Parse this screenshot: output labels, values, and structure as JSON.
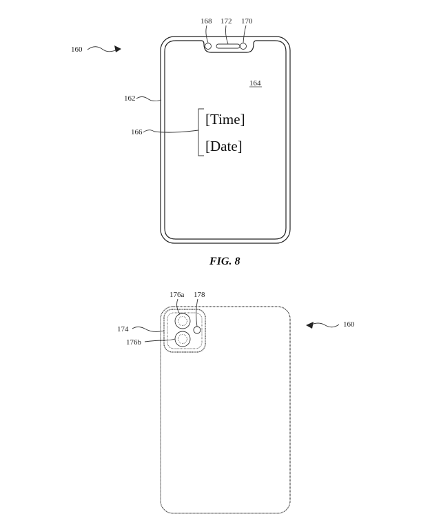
{
  "figure_8": {
    "caption": "FIG. 8",
    "ref_device": "160",
    "ref_body": "162",
    "ref_display": "164",
    "ref_text_group": "166",
    "ref_left_sensor": "168",
    "ref_speaker": "172",
    "ref_right_sensor": "170",
    "time_text": "[Time]",
    "date_text": "[Date]"
  },
  "figure_9": {
    "ref_device": "160",
    "ref_camera_module": "174",
    "ref_lens_a": "176a",
    "ref_lens_b": "176b",
    "ref_flash": "178"
  }
}
